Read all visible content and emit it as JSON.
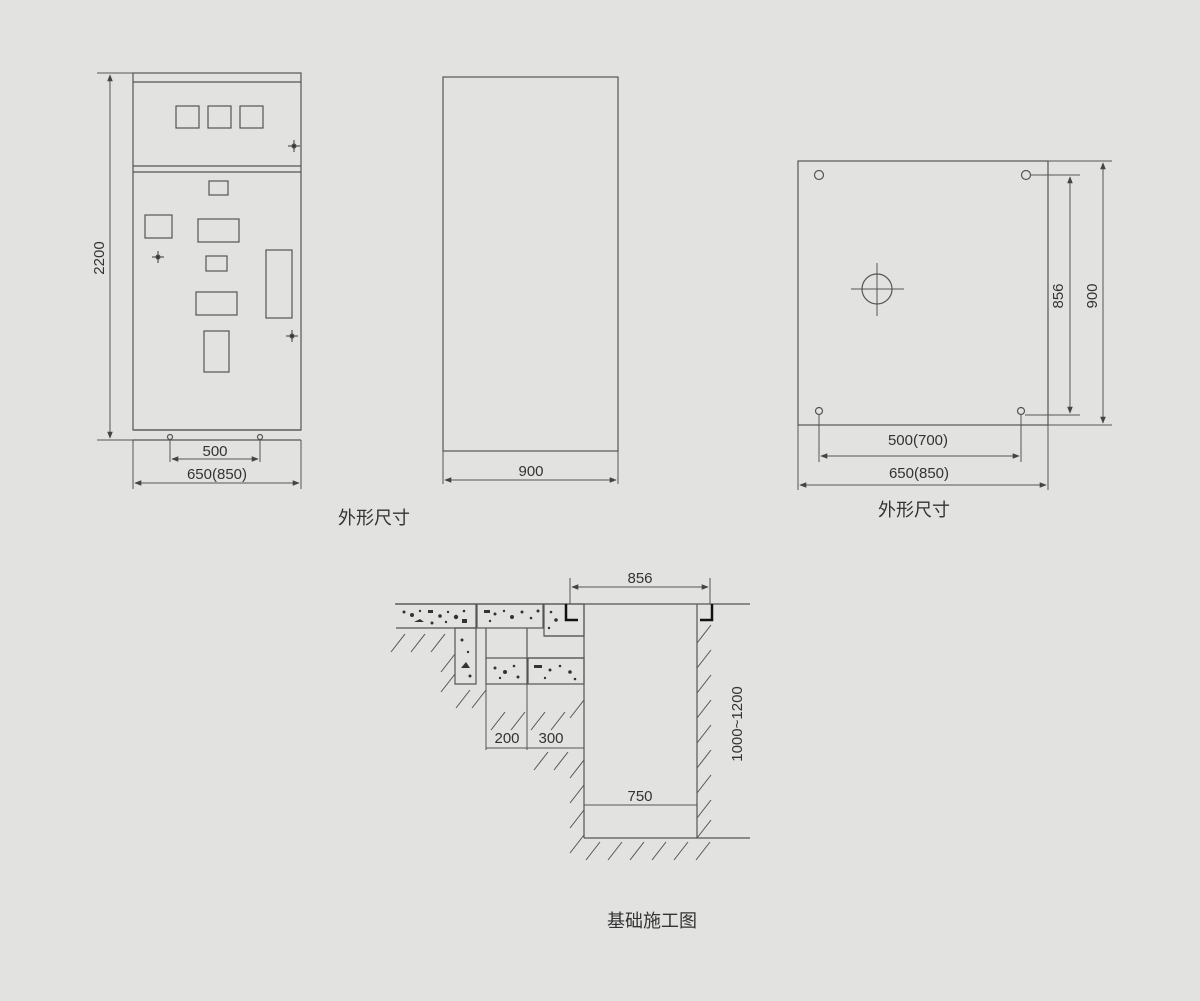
{
  "colors": {
    "background": "#e2e2e0",
    "line": "#555555"
  },
  "front_view": {
    "height_label": "2200",
    "inner_width_label": "500",
    "outer_width_label": "650(850)"
  },
  "side_view": {
    "width_label": "900"
  },
  "top_view": {
    "depth_inner_label": "856",
    "depth_outer_label": "900",
    "width_inner_label": "500(700)",
    "width_outer_label": "650(850)",
    "caption": "外形尺寸"
  },
  "front_caption": "外形尺寸",
  "foundation": {
    "top_width_label": "856",
    "depth_label": "1000~1200",
    "step1_label": "200",
    "step2_label": "300",
    "bottom_width_label": "750",
    "caption": "基础施工图"
  }
}
